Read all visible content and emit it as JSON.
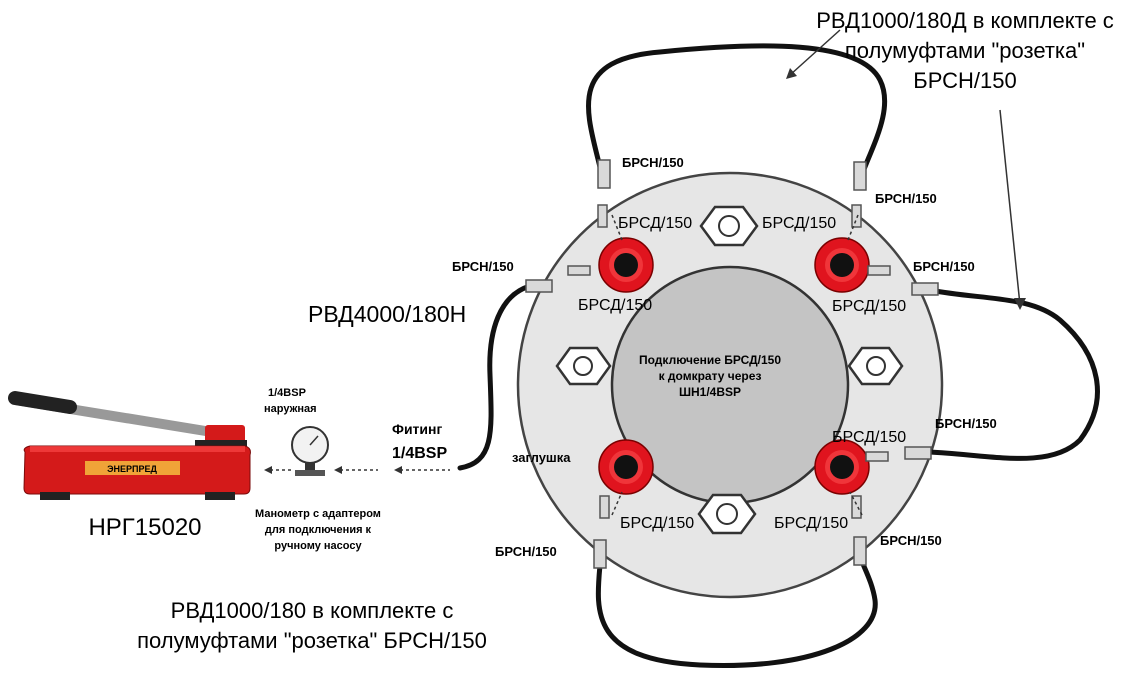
{
  "labels": {
    "hose_top_set": [
      "РВД1000/180Д в комплекте с",
      "полумуфтами \"розетка\"",
      "БРСН/150"
    ],
    "hose_bottom_set": [
      "РВД1000/180 в комплекте с",
      "полумуфтами \"розетка\" БРСН/150"
    ],
    "hose_pump": "РВД4000/180Н",
    "pump_model": "НРГ15020",
    "pump_brand": "ЭНЕРПРЕД",
    "fitting": [
      "Фитинг",
      "1/4BSP"
    ],
    "gauge_thread": [
      "1/4BSP",
      "наружная"
    ],
    "gauge_caption": [
      "Манометр с адаптером",
      "для подключения к",
      "ручному насосу"
    ],
    "center_text": [
      "Подключение БРСД/150",
      "к домкрату через",
      "ШН1/4BSP"
    ],
    "plug": "заглушка",
    "brsn": "БРСН/150",
    "brsd": "БРСД/150"
  },
  "colors": {
    "plate": "#e6e6e6",
    "cylinder": "#c4c4c4",
    "port_red": "#e0141e",
    "pump_red": "#d41a1a",
    "hose": "#111111"
  }
}
